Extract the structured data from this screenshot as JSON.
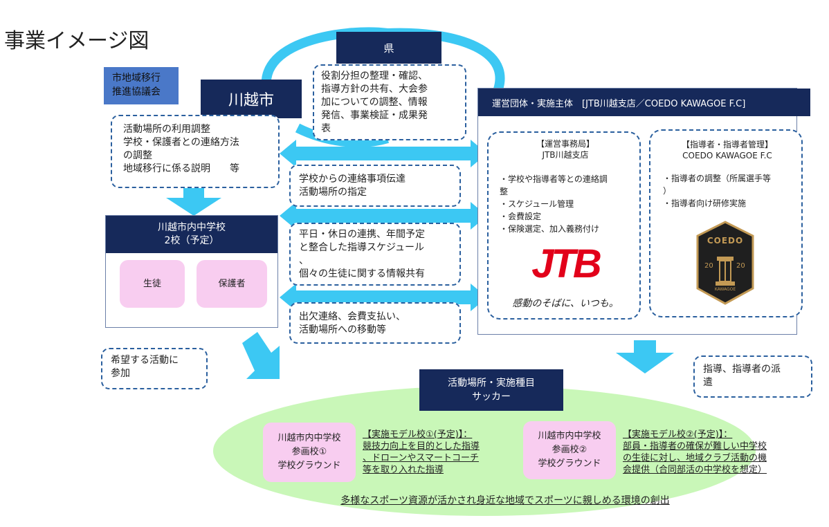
{
  "page_title": "事業イメージ図",
  "prefecture": {
    "label": "県",
    "roles": "役割分担の整理・確認、\n指導方針の共有、大会参\n加についての調整、情報\n発信、事業検証・成果発\n表"
  },
  "council": {
    "label": "市地域移行\n推進協議会"
  },
  "city": {
    "label": "川越市",
    "roles": "活動場所の利用調整\n学校・保護者との連絡方法\nの調整\n地域移行に係る説明　　等"
  },
  "schools": {
    "header": "川越市内中学校\n2校（予定）",
    "students": "生徒",
    "guardians": "保護者"
  },
  "exchanges": [
    "学校からの連絡事項伝達\n活動場所の指定",
    "平日・休日の連携、年間予定\nと整合した指導スケジュール\n、\n個々の生徒に関する情報共有",
    "出欠連絡、会費支払い、\n活動場所への移動等"
  ],
  "operator": {
    "header": "運営団体・実施主体　[JTB川越支店／COEDO KAWAGOE F.C]",
    "office": {
      "title": "【運営事務局】\nJTB川越支店",
      "tasks": "・学校や指導者等との連絡調\n整\n・スケジュール管理\n・会費設定\n・保険選定、加入義務付け",
      "logo": "JTB",
      "slogan": "感動のそばに、いつも。"
    },
    "coaching": {
      "title": "【指導者・指導者管理】\nCOEDO KAWAGOE F.C",
      "tasks": "・指導者の調整（所属選手等\n）\n・指導者向け研修実施",
      "emblem_top": "COEDO",
      "emblem_year_left": "20",
      "emblem_year_right": "20",
      "emblem_bottom": "KAWAGOE"
    }
  },
  "participation_note": "希望する活動に\n参加",
  "dispatch_note": "指導、指導者の派\n遣",
  "venue": {
    "header": "活動場所・実施種目\nサッカー",
    "school1": "川越市内中学校\n参画校①\n学校グラウンド",
    "model1": "【実施モデル校①(予定)】：\n競技力向上を目的とした指導\n、ドローンやスマートコーチ\n等を取り入れた指導",
    "school2": "川越市内中学校\n参画校②\n学校グラウンド",
    "model2": "【実施モデル校②(予定)】：\n部員・指導者の確保が難しい中学校\nの生徒に対し、地域クラブ活動の機\n会提供（合同部活の中学校を想定）",
    "goal": "多様なスポーツ資源が活かされ身近な地域でスポーツに親しめる環境の創出"
  },
  "colors": {
    "navy": "#16295a",
    "arrow": "#3cc8f3",
    "ellipse": "#c9f7b8",
    "pink": "#f8cdf0",
    "council": "#4a78c8",
    "jtb_red": "#e2001a"
  }
}
